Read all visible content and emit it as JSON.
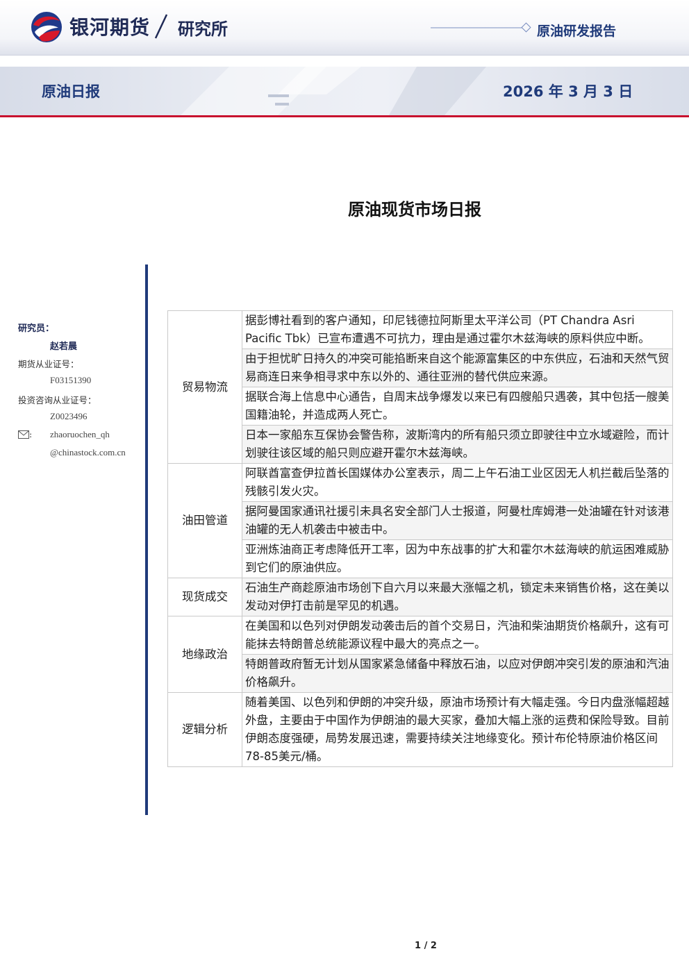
{
  "header": {
    "company": "银河期货",
    "institute": "研究所",
    "report_type": "原油研发报告"
  },
  "band": {
    "daily_title": "原油日报",
    "date": "2026 年 3 月 3 日"
  },
  "main_title": "原油现货市场日报",
  "analyst": {
    "label": "研究员：",
    "name": "赵若晨",
    "futures_cert_label": "期货从业证号：",
    "futures_cert": "F03151390",
    "invest_cert_label": "投资咨询从业证号：",
    "invest_cert": "Z0023496",
    "email_label": ":",
    "email_user": "zhaoruochen_qh",
    "email_domain": "@chinastock.com.cn"
  },
  "sections": [
    {
      "category": "贸易物流",
      "items": [
        "据彭博社看到的客户通知，印尼钱德拉阿斯里太平洋公司（PT Chandra Asri Pacific Tbk）已宣布遭遇不可抗力，理由是通过霍尔木兹海峡的原料供应中断。",
        "由于担忧旷日持久的冲突可能掐断来自这个能源富集区的中东供应，石油和天然气贸易商连日来争相寻求中东以外的、通往亚洲的替代供应来源。",
        "据联合海上信息中心通告，自周末战争爆发以来已有四艘船只遇袭，其中包括一艘美国籍油轮，并造成两人死亡。",
        "日本一家船东互保协会警告称，波斯湾内的所有船只须立即驶往中立水域避险，而计划驶往该区域的船只则应避开霍尔木兹海峡。"
      ]
    },
    {
      "category": "油田管道",
      "items": [
        "阿联酋富查伊拉酋长国媒体办公室表示，周二上午石油工业区因无人机拦截后坠落的残骸引发火灾。",
        "据阿曼国家通讯社援引未具名安全部门人士报道，阿曼杜库姆港一处油罐在针对该港油罐的无人机袭击中被击中。",
        "亚洲炼油商正考虑降低开工率，因为中东战事的扩大和霍尔木兹海峡的航运困难威胁到它们的原油供应。"
      ]
    },
    {
      "category": "现货成交",
      "items": [
        "石油生产商趁原油市场创下自六月以来最大涨幅之机，锁定未来销售价格，这在美以发动对伊打击前是罕见的机遇。"
      ]
    },
    {
      "category": "地缘政治",
      "items": [
        "在美国和以色列对伊朗发动袭击后的首个交易日，汽油和柴油期货价格飙升，这有可能抹去特朗普总统能源议程中最大的亮点之一。",
        "特朗普政府暂无计划从国家紧急储备中释放石油，以应对伊朗冲突引发的原油和汽油价格飙升。"
      ]
    },
    {
      "category": "逻辑分析",
      "items": [
        "随着美国、以色列和伊朗的冲突升级，原油市场预计有大幅走强。今日内盘涨幅超越外盘，主要由于中国作为伊朗油的最大买家，叠加大幅上涨的运费和保险导致。目前伊朗态度强硬，局势发展迅速，需要持续关注地缘变化。预计布伦特原油价格区间78-85美元/桶。"
      ]
    }
  ],
  "footer": {
    "page": "1 / 2"
  },
  "colors": {
    "navy": "#1f3a7a",
    "accent_red": "#c8102e"
  }
}
